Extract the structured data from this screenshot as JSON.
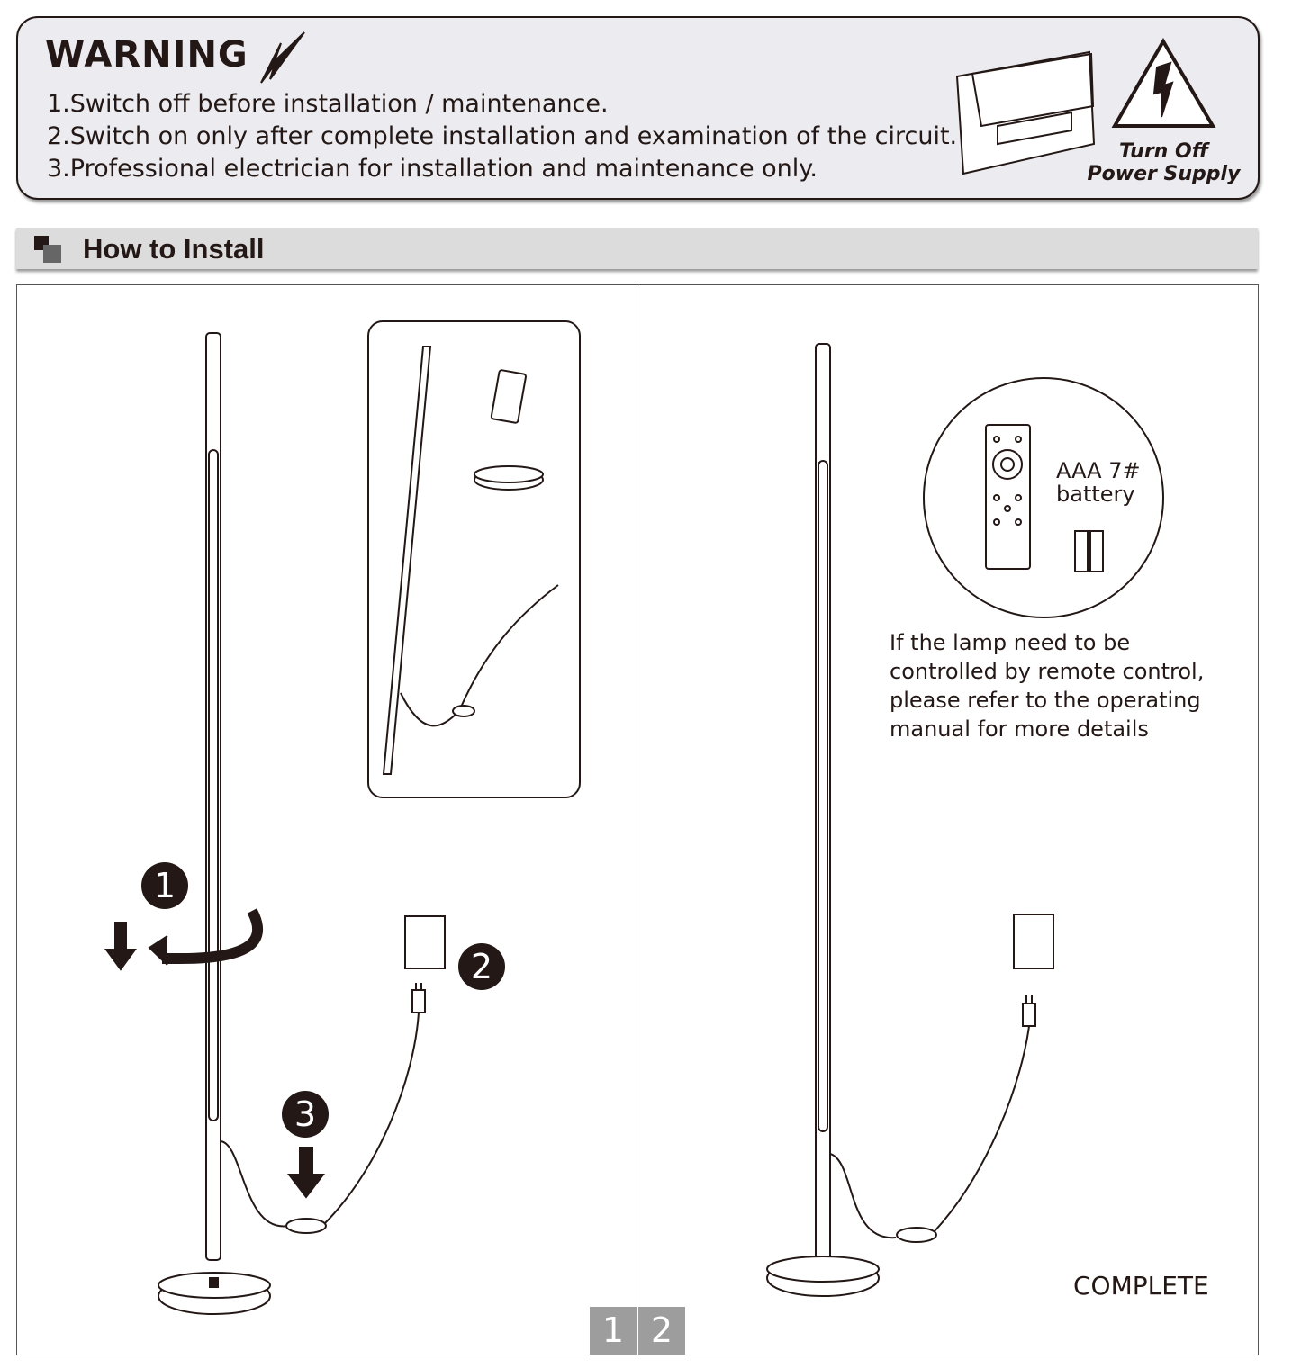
{
  "warning": {
    "title": "WARNING",
    "lines": [
      "1.Switch off before installation / maintenance.",
      "2.Switch on only after complete installation and examination of the circuit.",
      "3.Professional electrician for installation and maintenance only."
    ],
    "badge": [
      "Turn Off",
      "Power Supply"
    ]
  },
  "section": {
    "title": "How to Install"
  },
  "steps": {
    "one": "1",
    "two": "2",
    "three": "3"
  },
  "battery": {
    "line1": "AAA 7#",
    "line2": "battery"
  },
  "note": "If the lamp need to be controlled by remote control, please refer to the operating manual for more details",
  "complete": "COMPLETE",
  "pages": [
    "1",
    "2"
  ]
}
